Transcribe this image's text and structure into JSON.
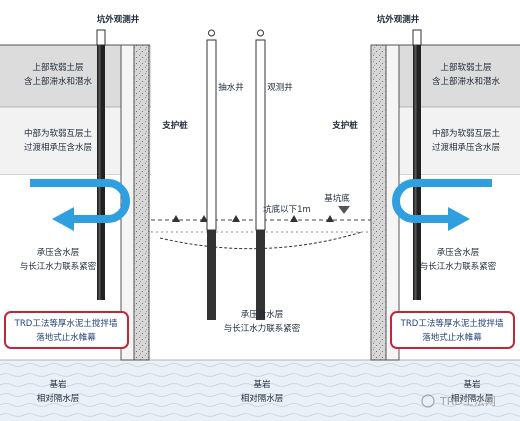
{
  "labels": {
    "left_well_title": "坑外观测井",
    "right_well_title": "坑外观测井",
    "left_layer1_line1": "上部软弱土层",
    "left_layer1_line2": "含上部滞水和潜水",
    "right_layer1_line1": "上部软弱土层",
    "right_layer1_line2": "含上部滞水和潜水",
    "left_layer2_line1": "中部为软弱互层土",
    "left_layer2_line2": "过渡相承压含水层",
    "right_layer2_line1": "中部为软弱互层土",
    "right_layer2_line2": "过渡相承压含水层",
    "left_pile": "支护桩",
    "right_pile": "支护桩",
    "pump_well": "抽水井",
    "obs_well": "观测井",
    "below_bottom": "坑底以下1m",
    "pit_bottom": "基坑底",
    "left_aquifer_line1": "承压含水层",
    "left_aquifer_line2": "与长江水力联系紧密",
    "right_aquifer_line1": "承压含水层",
    "right_aquifer_line2": "与长江水力联系紧密",
    "center_aquifer_line1": "承压含水层",
    "center_aquifer_line2": "与长江水力联系紧密",
    "trd_left_line1": "TRD工法等厚水泥土搅拌墙",
    "trd_left_line2": "落地式止水帷幕",
    "trd_right_line1": "TRD工法等厚水泥土搅拌墙",
    "trd_right_line2": "落地式止水帷幕",
    "bedrock_left_line1": "基岩",
    "bedrock_left_line2": "相对隔水层",
    "bedrock_center_line1": "基岩",
    "bedrock_center_line2": "相对隔水层",
    "bedrock_right_line1": "基岩",
    "bedrock_right_line2": "相对隔水层",
    "watermark": "TRD工法网"
  },
  "colors": {
    "arrow": "#2f9fe0",
    "trd_border": "#c0283a",
    "trd_text": "#24437a",
    "bedrock": "#e9f0f7",
    "layer_upper": "#dcdcdc",
    "layer_middle": "#f2f2f2"
  }
}
